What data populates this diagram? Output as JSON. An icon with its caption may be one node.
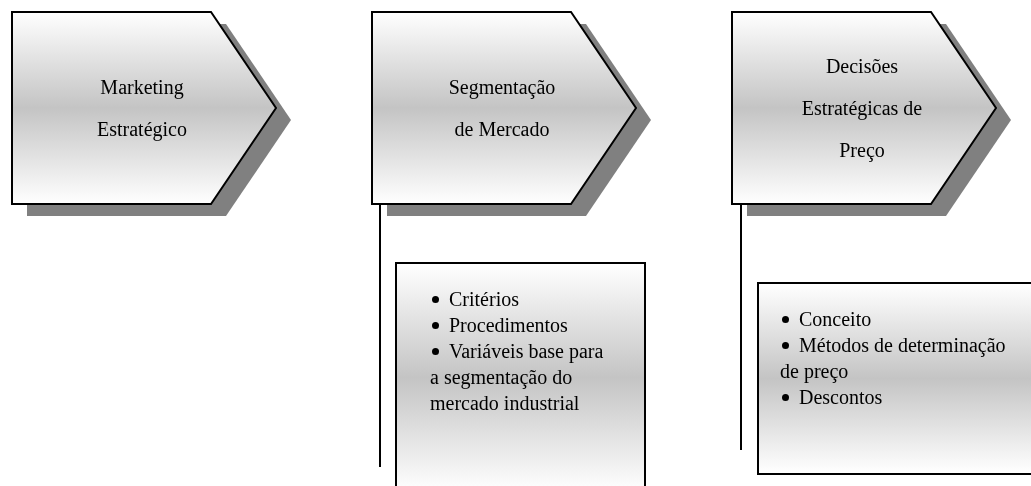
{
  "diagram": {
    "nodes": [
      {
        "text": [
          "Marketing Estratégico"
        ]
      },
      {
        "text": [
          "Segmentação de Mercado"
        ]
      },
      {
        "text": [
          "Decisões Estratégicas de Preço"
        ]
      },
      {
        "text": [
          "Critérios",
          "Procedimentos",
          "Variáveis base para a segmentação do mercado industrial"
        ]
      },
      {
        "text": [
          "Conceito",
          "Métodos de determinação de preço",
          "Descontos"
        ]
      }
    ]
  }
}
